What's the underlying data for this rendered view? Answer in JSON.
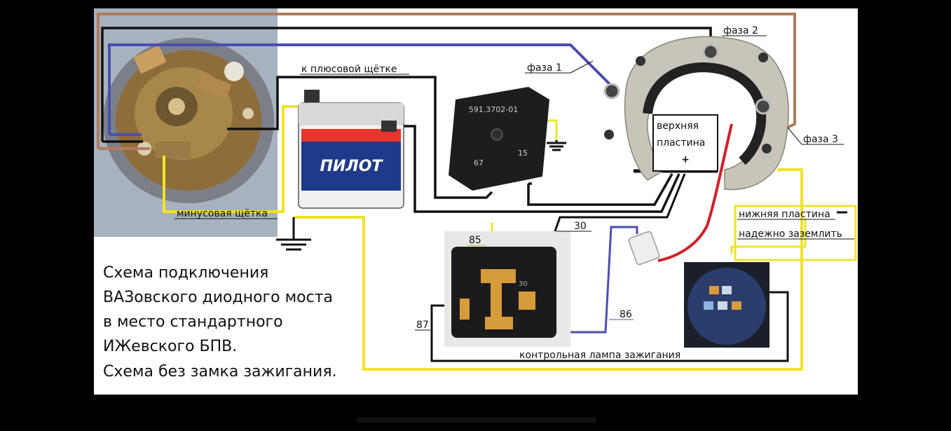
{
  "labels": {
    "phase1": "фаза 1",
    "phase2": "фаза 2",
    "phase3": "фаза 3",
    "plus_brush": "к плюсовой щётке",
    "minus_brush": "минусовая щётка",
    "upper_plate_1": "верхняя",
    "upper_plate_2": "пластина",
    "upper_plate_plus": "+",
    "lower_plate_1": "нижняя пластина",
    "lower_plate_2": "надежно заземлить",
    "relay_pin_85": "85",
    "relay_pin_86": "86",
    "relay_pin_87": "87",
    "relay_pin_30": "30",
    "relay_body_30": "30",
    "control_lamp": "контрольная лампа зажигания"
  },
  "regulator": {
    "model": "591.3702-01",
    "pin_67": "67",
    "pin_15": "15"
  },
  "battery": {
    "brand": "ПИЛОТ"
  },
  "caption": {
    "line1": "Схема подключения",
    "line2": "ВАЗовского диодного моста",
    "line3": "в место стандартного",
    "line4": "ИЖевского БПВ.",
    "line5": "Схема без замка зажигания."
  },
  "colors": {
    "wire_black": "#111111",
    "wire_blue": "#4a4fb0",
    "wire_yellow": "#f2e22a",
    "wire_brown": "#b07b5c",
    "wire_red": "#d0202a"
  }
}
